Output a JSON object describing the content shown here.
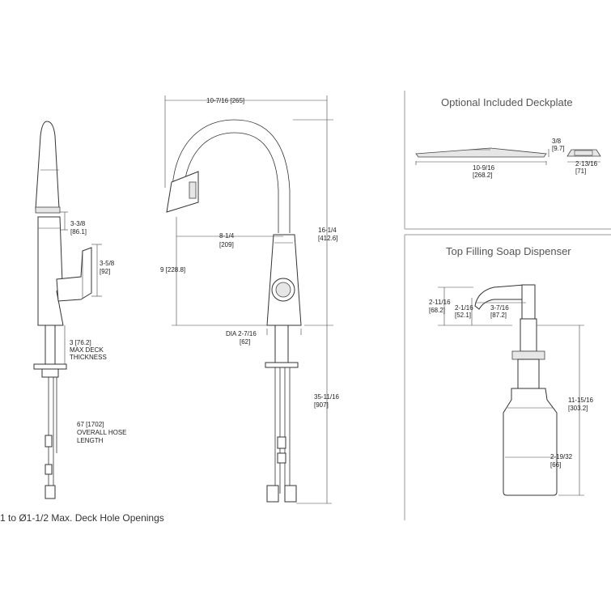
{
  "side_view": {
    "spout_to_handle": "3-3/8",
    "spout_to_handle_mm": "[86.1]",
    "handle_height": "3-5/8",
    "handle_height_mm": "[92]",
    "deck_thickness_line1": "3 [76.2]",
    "deck_thickness_line2": "MAX DECK",
    "deck_thickness_line3": "THICKNESS",
    "hose_line1": "67  [1702]",
    "hose_line2": "OVERALL HOSE",
    "hose_line3": "LENGTH"
  },
  "front_view": {
    "width": "10-7/16 [265]",
    "height": "16-1/4",
    "height_mm": "[412.6]",
    "reach": "8-1/4",
    "reach_mm": "[209]",
    "spout_clearance": "9   [228.8]",
    "base_dia": "DIA 2-7/16",
    "base_dia_mm": "[62]",
    "under_length": "35-11/16",
    "under_length_mm": "[907]"
  },
  "bottom_note": "1 to  Ø1-1/2 Max. Deck Hole Openings",
  "deckplate": {
    "title": "Optional Included Deckplate",
    "thickness": "3/8",
    "thickness_mm": "[9.7]",
    "length": "10-9/16",
    "length_mm": "[268.2]",
    "width": "2-13/16",
    "width_mm": "[71]"
  },
  "soap_dispenser": {
    "title": "Top Filling Soap Dispenser",
    "overall_height": "2-11/16",
    "overall_height_mm": "[68.2]",
    "spout_height": "2-1/16",
    "spout_height_mm": "[52.1]",
    "spout_reach": "3-7/16",
    "spout_reach_mm": "[87.2]",
    "under_length": "11-15/16",
    "under_length_mm": "[303.2]",
    "bottle_dia": "2-19/32",
    "bottle_dia_mm": "[66]"
  }
}
